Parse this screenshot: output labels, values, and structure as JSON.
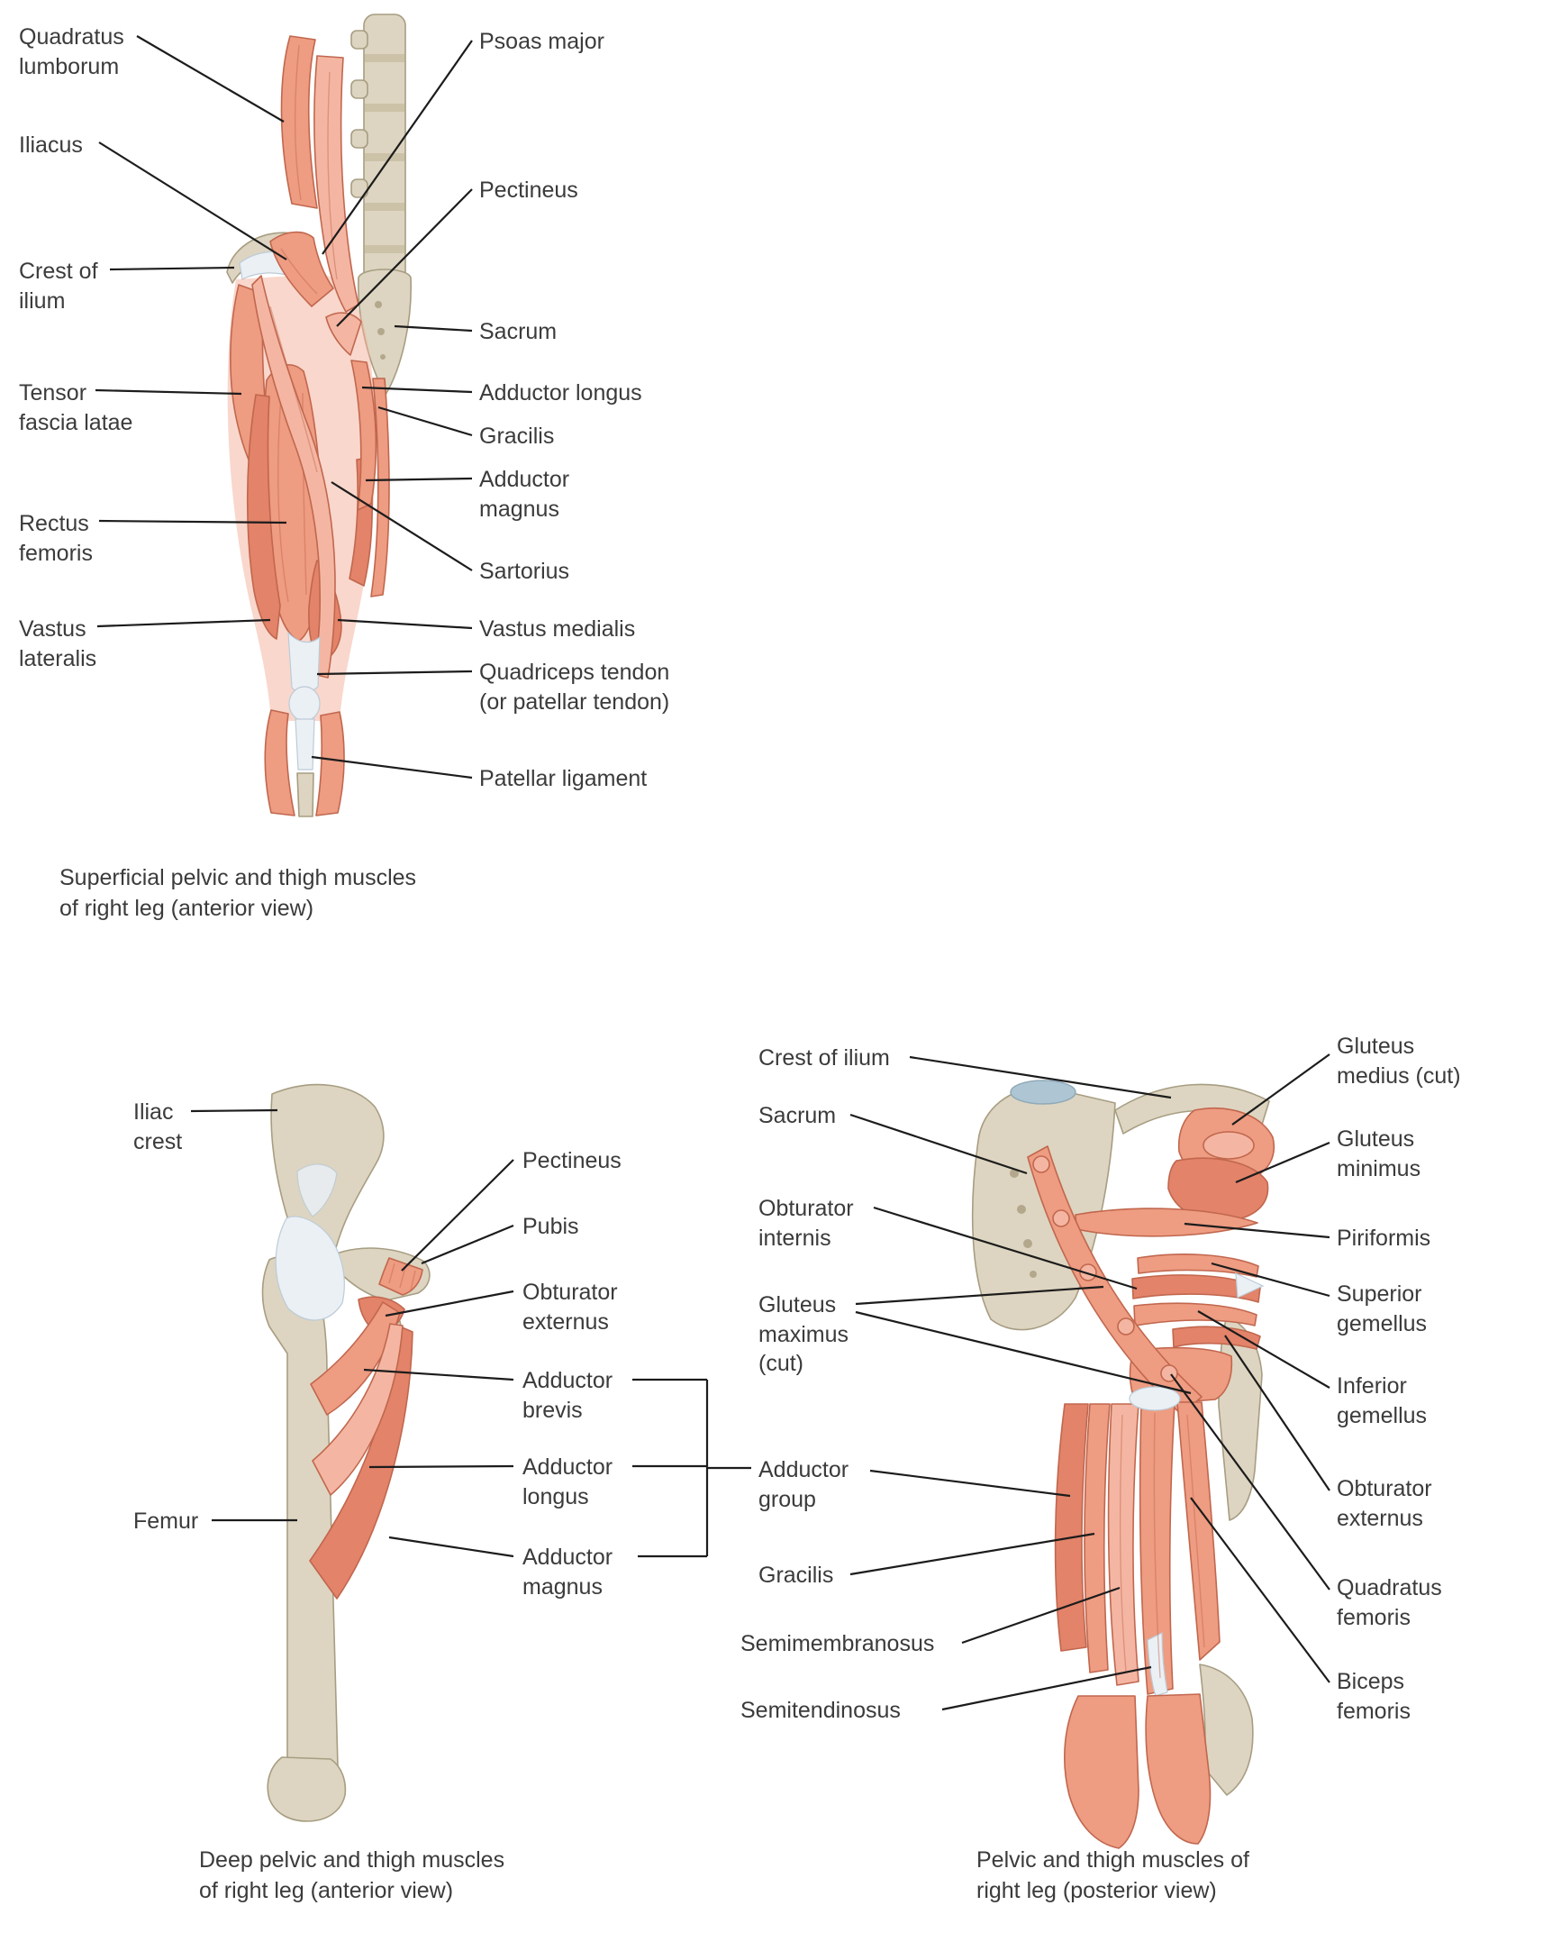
{
  "figure_superficial": {
    "caption": "Superficial pelvic and thigh muscles\nof right leg (anterior view)",
    "left_labels": [
      "Quadratus\nlumborum",
      "Iliacus",
      "Crest of\nilium",
      "Tensor\nfascia latae",
      "Rectus\nfemoris",
      "Vastus\nlateralis"
    ],
    "right_labels": [
      "Psoas major",
      "Pectineus",
      "Sacrum",
      "Adductor longus",
      "Gracilis",
      "Adductor\nmagnus",
      "Sartorius",
      "Vastus medialis",
      "Quadriceps tendon\n(or patellar tendon)",
      "Patellar ligament"
    ]
  },
  "figure_deep": {
    "caption": "Deep pelvic and thigh muscles\nof right leg (anterior view)",
    "left_labels": [
      "Iliac\ncrest",
      "Femur"
    ],
    "right_labels": [
      "Pectineus",
      "Pubis",
      "Obturator\nexternus",
      "Adductor\nbrevis",
      "Adductor\nlongus",
      "Adductor\nmagnus"
    ]
  },
  "figure_posterior": {
    "caption": "Pelvic and thigh muscles of\nright leg (posterior view)",
    "left_labels": [
      "Crest of ilium",
      "Sacrum",
      "Obturator\ninternis",
      "Gluteus\nmaximus\n(cut)",
      "Adductor\ngroup",
      "Gracilis",
      "Semimembranosus",
      "Semitendinosus"
    ],
    "right_labels": [
      "Gluteus\nmedius (cut)",
      "Gluteus\nminimus",
      "Piriformis",
      "Superior\ngemellus",
      "Inferior\ngemellus",
      "Obturator\nexternus",
      "Quadratus\nfemoris",
      "Biceps\nfemoris"
    ]
  },
  "colors": {
    "muscle": "#EE9C82",
    "muscle_light": "#F4B6A2",
    "muscle_deep": "#E2836A",
    "muscle_outline": "#C1674E",
    "bone": "#DDD5C1",
    "bone_outline": "#A79D82",
    "tendon": "#EBF0F5",
    "leader_line": "#1C1C1C",
    "text": "#3B3B3B",
    "background": "#FFFFFF"
  }
}
